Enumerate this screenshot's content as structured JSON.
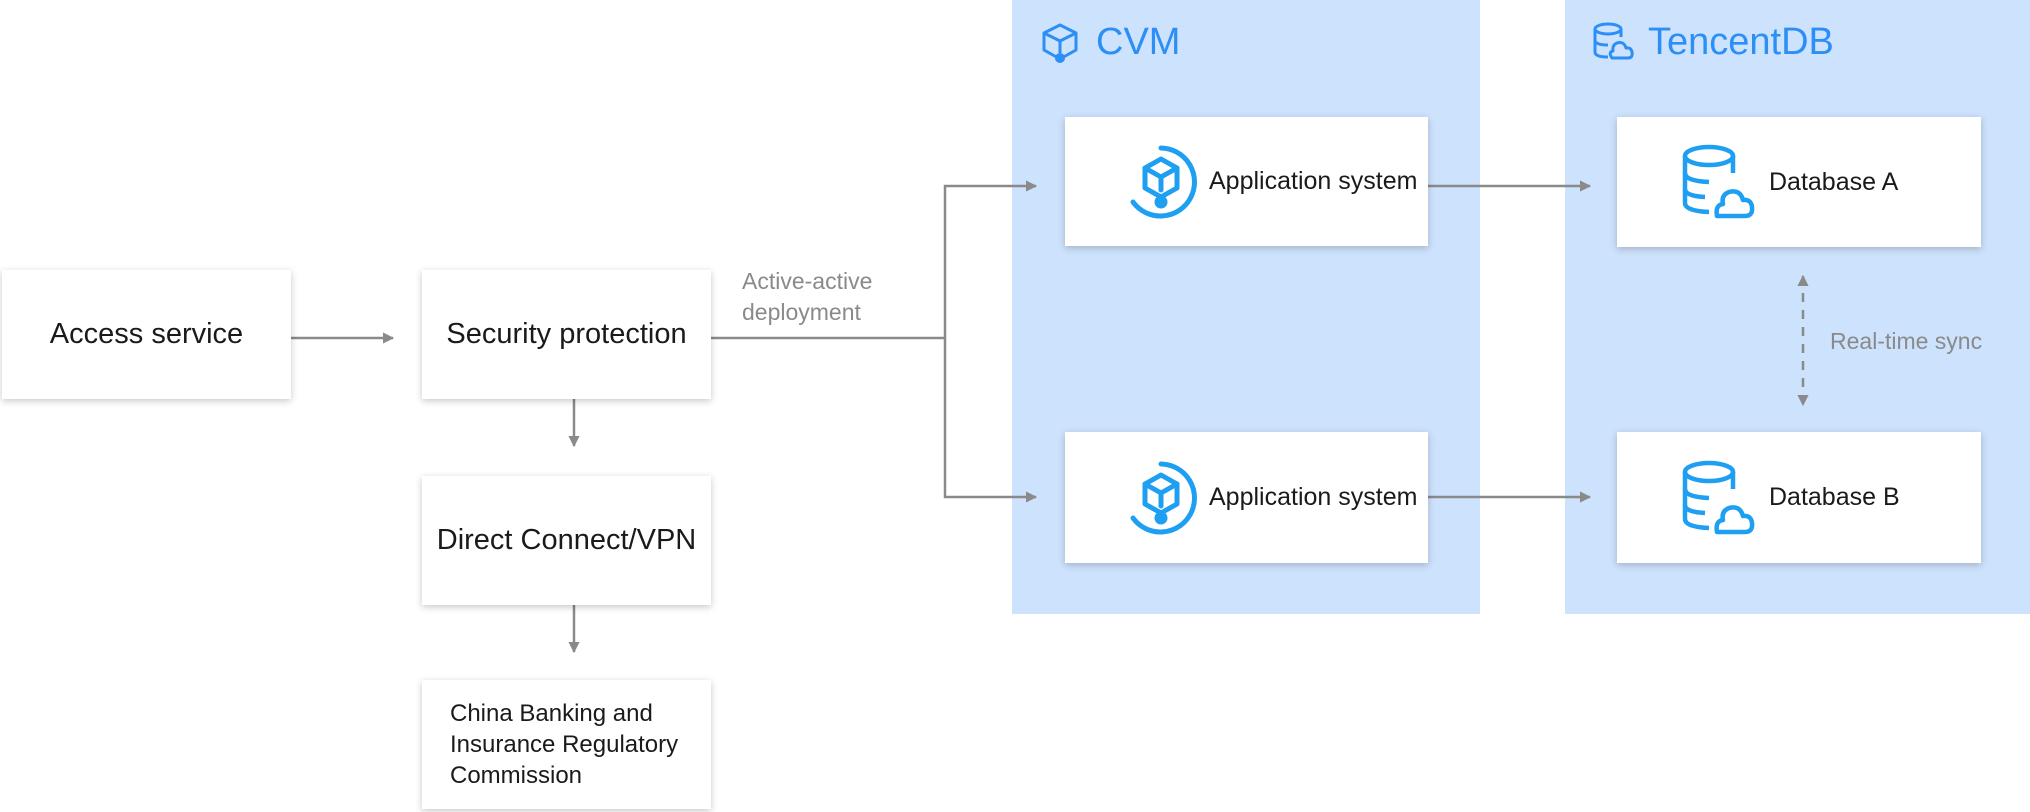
{
  "panels": {
    "cvm": {
      "title": "CVM",
      "icon": "cube-icon"
    },
    "tencentdb": {
      "title": "TencentDB",
      "icon": "database-cloud-icon"
    }
  },
  "nodes": {
    "access_service": "Access service",
    "security_protection": "Security protection",
    "direct_connect": "Direct Connect/VPN",
    "regulator": "China Banking and\nInsurance Regulatory\nCommission",
    "app_system_1": "Application system",
    "app_system_2": "Application system",
    "database_a": "Database A",
    "database_b": "Database B"
  },
  "annotations": {
    "active_active": "Active-active\ndeployment",
    "real_time_sync": "Real-time sync"
  },
  "colors": {
    "panel_bg": "#cde2fd",
    "accent": "#2b8ff5",
    "icon_blue": "#1e9ff2",
    "arrow": "#8a8a8a"
  }
}
